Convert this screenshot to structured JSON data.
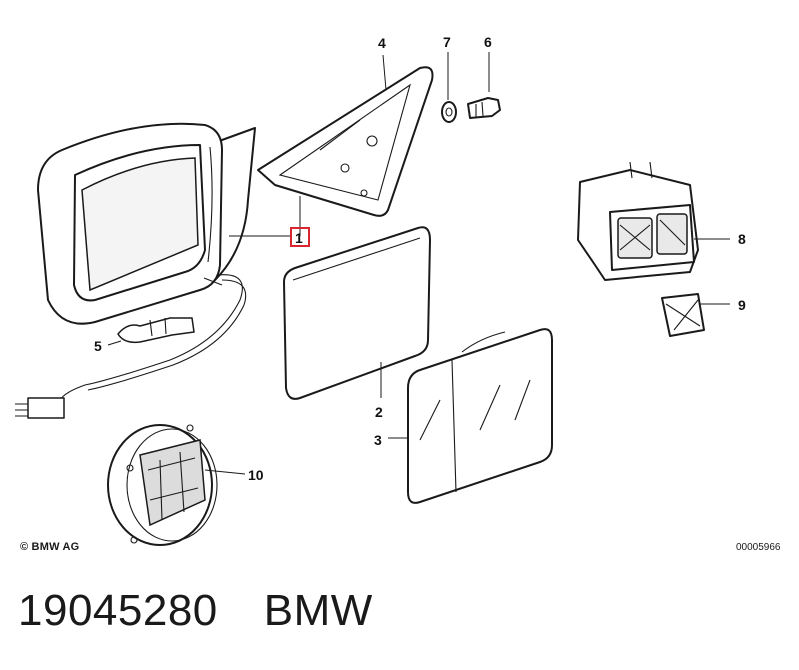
{
  "callouts": {
    "c1": "1",
    "c2": "2",
    "c3": "3",
    "c4": "4",
    "c5": "5",
    "c6": "6",
    "c7": "7",
    "c8": "8",
    "c9": "9",
    "c10": "10"
  },
  "highlighted_callout": "1",
  "highlight_color": "#d9262e",
  "copyright": "© BMW AG",
  "drawing_number": "00005966",
  "part_number": "19045280",
  "brand": "BMW"
}
